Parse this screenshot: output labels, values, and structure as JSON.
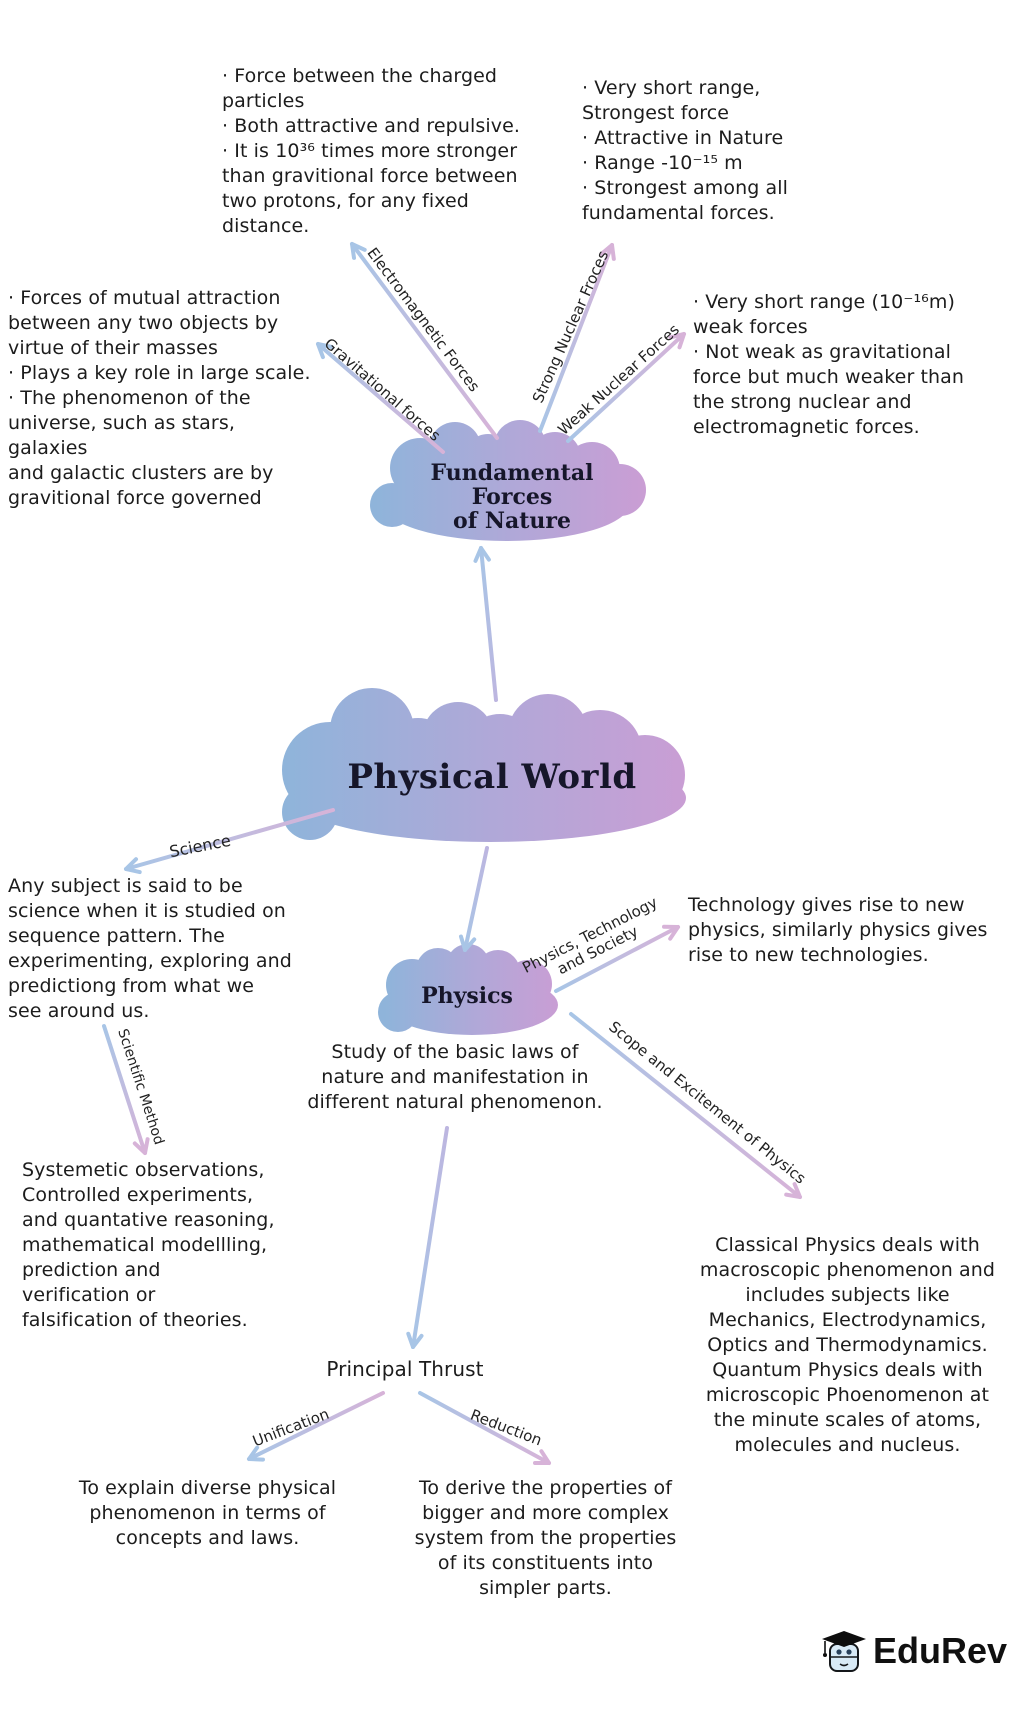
{
  "palette": {
    "arrow_blue": "#a8c5e6",
    "arrow_pink": "#d7b3d8",
    "arrow_lavender": "#bdb6e0",
    "cloud_blue": "#8fb4da",
    "cloud_lavender": "#b0a8d8",
    "cloud_purple": "#cb9dd4",
    "text": "#1c1c1c"
  },
  "clouds": {
    "fundamental_forces": {
      "title": "Fundamental\nForces\nof Nature"
    },
    "physical_world": {
      "title": "Physical World"
    },
    "physics": {
      "title": "Physics"
    }
  },
  "branches": {
    "electromagnetic": {
      "label": "Electromagnetic Forces",
      "note": "· Force between the charged\nparticles\n· Both attractive and repulsive.\n· It is 10³⁶ times more stronger\nthan gravitional force between\ntwo protons, for any fixed\ndistance."
    },
    "strong_nuclear": {
      "label": "Strong Nuclear Froces",
      "note": "· Very short range,\nStrongest force\n· Attractive in Nature\n· Range -10⁻¹⁵ m\n· Strongest among all\nfundamental forces."
    },
    "gravitational": {
      "label": "Gravitational forces",
      "note": "· Forces of mutual attraction\nbetween any two objects by\nvirtue of their masses\n· Plays a key role in large scale.\n· The phenomenon of the\nuniverse, such as stars, galaxies\nand galactic clusters are by\ngravitional force governed"
    },
    "weak_nuclear": {
      "label": "Weak Nuclear Forces",
      "note": "· Very short range (10⁻¹⁶m)\nweak forces\n· Not weak as gravitational\nforce but much weaker than\nthe strong nuclear and\nelectromagnetic forces."
    },
    "science": {
      "label": "Science",
      "note": "Any subject is said to be\nscience when it is studied on\nsequence pattern. The\nexperimenting, exploring and\npredictiong from what we\nsee around us."
    },
    "scientific_method": {
      "label": "Scientific Method",
      "note": "Systemetic observations,\nControlled experiments,\nand quantative reasoning,\nmathematical modellling,\nprediction and\nverification or\nfalsification of theories."
    },
    "physics_definition": {
      "note": "Study of the basic laws of\nnature and manifestation in\ndifferent natural phenomenon."
    },
    "physics_technology_society": {
      "label": "Physics, Technology\nand Society",
      "note": "Technology gives rise to new\nphysics, similarly physics gives\nrise to new technologies."
    },
    "scope_excitement": {
      "label": "Scope and Excitement of Physics",
      "note": "Classical Physics deals with\nmacroscopic phenomenon and\nincludes subjects like\nMechanics, Electrodynamics,\nOptics and Thermodynamics.\nQuantum Physics deals with\nmicroscopic Phoenomenon at\nthe minute scales of atoms,\nmolecules and nucleus."
    },
    "principal_thrust": {
      "title": "Principal Thrust"
    },
    "unification": {
      "label": "Unification",
      "note": "To explain diverse physical\nphenomenon in terms of\nconcepts and laws."
    },
    "reduction": {
      "label": "Reduction",
      "note": "To derive the properties of\nbigger and more complex\nsystem from the properties\nof its constituents into\nsimpler parts."
    }
  },
  "footer": {
    "brand": "EduRev"
  }
}
